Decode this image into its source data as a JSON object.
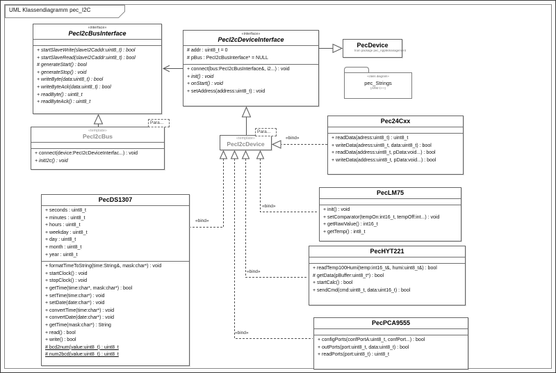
{
  "frame": {
    "title": "UML Klassendiagramm pec_I2C"
  },
  "labels": {
    "bind": "«bind»",
    "template_param": "Para..."
  },
  "colors": {
    "box_border": "#646464",
    "line": "#555555",
    "template_text": "#8f8f8f"
  },
  "classes": {
    "busInterface": {
      "stereotype": "«interface»",
      "name": "PecI2cBusInterface",
      "attributes": [],
      "methods": [
        {
          "t": "+ startSlaveWrite(slaveI2Caddr:uint8_t) : bool",
          "s": "i"
        },
        {
          "t": "+ startSlaveRead(slaveI2Caddr:uint8_t) : bool",
          "s": "i"
        },
        {
          "t": "# generateStart() : bool",
          "s": "i"
        },
        {
          "t": "+ generateStop() : void",
          "s": "i"
        },
        {
          "t": "+ writeByte(data:uint8_t) : bool",
          "s": "i"
        },
        {
          "t": "+ writeByteAck(data:uint8_t) : bool",
          "s": "i"
        },
        {
          "t": "+ readByte() : uint8_t",
          "s": "i"
        },
        {
          "t": "+ readByteAck() : uint8_t",
          "s": "i"
        }
      ]
    },
    "deviceInterface": {
      "stereotype": "«interface»",
      "name": "PecI2cDeviceInterface",
      "attributes": [
        {
          "t": "# addr : uint8_t = 0",
          "s": ""
        },
        {
          "t": "# pBus : PecI2cBusInterface* = NULL",
          "s": ""
        }
      ],
      "methods": [
        {
          "t": "+ connect(bus:PecI2cBusInterface&, i2...) : void",
          "s": ""
        },
        {
          "t": "+ init() : void",
          "s": "i"
        },
        {
          "t": "+ onStart() : void",
          "s": "i"
        },
        {
          "t": "+ setAddress(address:uint8_t) : void",
          "s": ""
        }
      ]
    },
    "bus": {
      "stereotype": "«template»",
      "name": "PecI2cBus",
      "attributes": [],
      "methods": [
        {
          "t": "+ connect(device:PecI2cDeviceInterfac...) : void",
          "s": ""
        },
        {
          "t": "+ initI2c() : void",
          "s": "i"
        }
      ]
    },
    "device": {
      "stereotype": "«template»",
      "name": "PecI2cDevice"
    },
    "eeprom": {
      "name": "Pec24Cxx",
      "attributes": [],
      "methods": [
        {
          "t": "+ readData(adress:uint8_t) : uint8_t",
          "s": ""
        },
        {
          "t": "+ writeData(adress:uint8_t, data:uint8_t) : bool",
          "s": ""
        },
        {
          "t": "+ readData(address:uint8_t, pData:void...) : bool",
          "s": ""
        },
        {
          "t": "+ writeData(address:uint8_t, pData:void...) : bool",
          "s": ""
        }
      ]
    },
    "lm75": {
      "name": "PecLM75",
      "attributes": [],
      "methods": [
        {
          "t": "+ init() : void",
          "s": ""
        },
        {
          "t": "+ setComparator(tempOn:int16_t, tempOff:int...) : void",
          "s": ""
        },
        {
          "t": "+ getRawValue() : int16_t",
          "s": ""
        },
        {
          "t": "+ getTemp() : int8_t",
          "s": ""
        }
      ]
    },
    "hyt221": {
      "name": "PecHYT221",
      "attributes": [],
      "methods": [
        {
          "t": "+ readTemp100Humi(temp:int16_t&, humi:uint8_t&) : bool",
          "s": ""
        },
        {
          "t": "# getData(pBuffer:uint8_t*) : bool",
          "s": ""
        },
        {
          "t": "+ startCalc() : bool",
          "s": ""
        },
        {
          "t": "+ sendCmd(cmd:uint8_t, data:uint16_t) : bool",
          "s": ""
        }
      ]
    },
    "pca9555": {
      "name": "PecPCA9555",
      "attributes": [],
      "methods": [
        {
          "t": "+ configPorts(confPortA:uint8_t, confPort...) : bool",
          "s": ""
        },
        {
          "t": "+ outPorts(port:uint8_t, data:uint8_t) : bool",
          "s": ""
        },
        {
          "t": "+ readPorts(port:uint8_t) : uint8_t",
          "s": ""
        }
      ]
    },
    "ds1307": {
      "name": "PecDS1307",
      "attributes": [
        {
          "t": "+ seconds : uint8_t",
          "s": ""
        },
        {
          "t": "+ minutes : uint8_t",
          "s": ""
        },
        {
          "t": "+ hours : uint8_t",
          "s": ""
        },
        {
          "t": "+ weekday : uint8_t",
          "s": ""
        },
        {
          "t": "+ day : uint8_t",
          "s": ""
        },
        {
          "t": "+ month : uint8_t",
          "s": ""
        },
        {
          "t": "+ year : uint8_t",
          "s": ""
        }
      ],
      "methods": [
        {
          "t": "+ formatTimeToString(time:String&, mask:char*) : void",
          "s": ""
        },
        {
          "t": "+ startClock() : void",
          "s": ""
        },
        {
          "t": "+ stopClock() : void",
          "s": ""
        },
        {
          "t": "+ getTime(time:char*, mask:char*) : bool",
          "s": ""
        },
        {
          "t": "+ setTime(time:char*) : void",
          "s": ""
        },
        {
          "t": "+ setDate(date:char*) : void",
          "s": ""
        },
        {
          "t": "+ convertTime(time:char*) : void",
          "s": ""
        },
        {
          "t": "+ convertDate(date:char*) : void",
          "s": ""
        },
        {
          "t": "+ getTime(mask:char*) : String",
          "s": ""
        },
        {
          "t": "+ read() : bool",
          "s": ""
        },
        {
          "t": "+ write() : bool",
          "s": ""
        },
        {
          "t": "# bcd2num(value:uint8_t) : uint8_t",
          "s": "u"
        },
        {
          "t": "# num2bcd(value:uint8_t) : uint8_t",
          "s": "u"
        }
      ]
    }
  },
  "external": {
    "pecdevice": {
      "name": "PecDevice",
      "origin": "from package pec_Applikmanagement"
    }
  },
  "package": {
    "stereotype": "«class diagram»",
    "name": "pec_Strings",
    "platform": "(ARM C++)"
  }
}
